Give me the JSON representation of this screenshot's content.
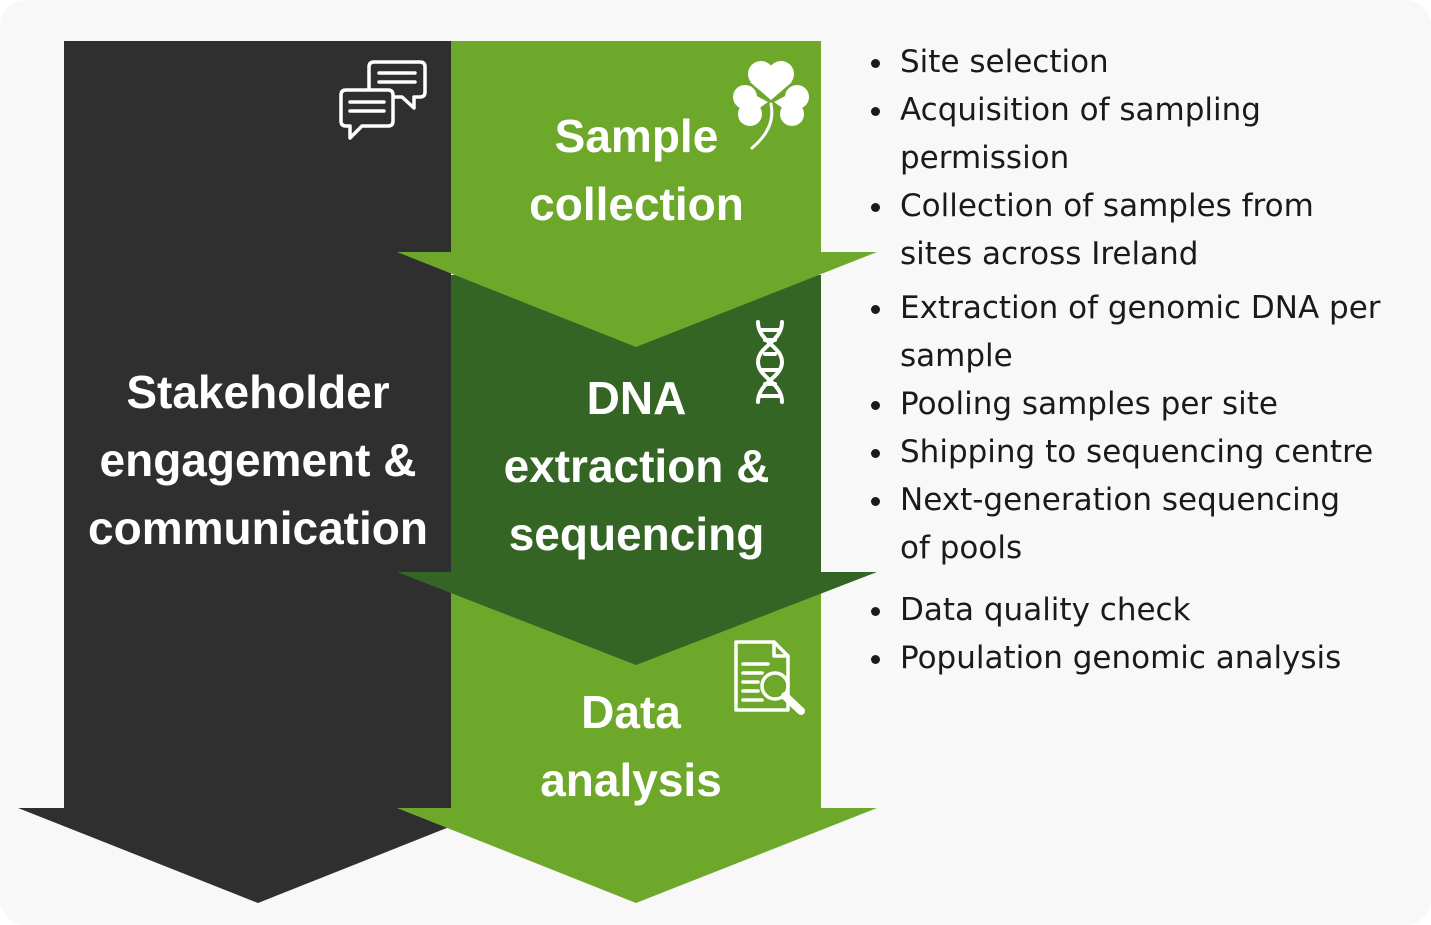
{
  "stages": {
    "stakeholder": [
      "Stakeholder",
      "engagement &",
      "communication"
    ],
    "sample": [
      "Sample",
      "collection"
    ],
    "dna": [
      "DNA",
      "extraction &",
      "sequencing"
    ],
    "data": [
      "Data",
      "analysis"
    ]
  },
  "icons": {
    "stakeholder": "chat-bubbles-icon",
    "sample": "shamrock-icon",
    "dna": "dna-helix-icon",
    "data": "document-search-icon"
  },
  "bullets": {
    "sample": [
      [
        "Site selection"
      ],
      [
        "Acquisition of sampling",
        "permission"
      ],
      [
        "Collection of samples from",
        "sites across Ireland"
      ]
    ],
    "dna": [
      [
        "Extraction of genomic DNA per",
        "sample"
      ],
      [
        "Pooling samples per site"
      ],
      [
        "Shipping to sequencing centre"
      ],
      [
        "Next-generation sequencing",
        "of pools"
      ]
    ],
    "data": [
      [
        "Data quality check"
      ],
      [
        "Population genomic analysis"
      ]
    ]
  },
  "colors": {
    "background": "#f8f8f8",
    "stakeholder": "#2f2f2f",
    "light_green": "#6ea82b",
    "dark_green": "#346524",
    "text_light": "#ffffff",
    "text_dark": "#1a1a1a"
  }
}
